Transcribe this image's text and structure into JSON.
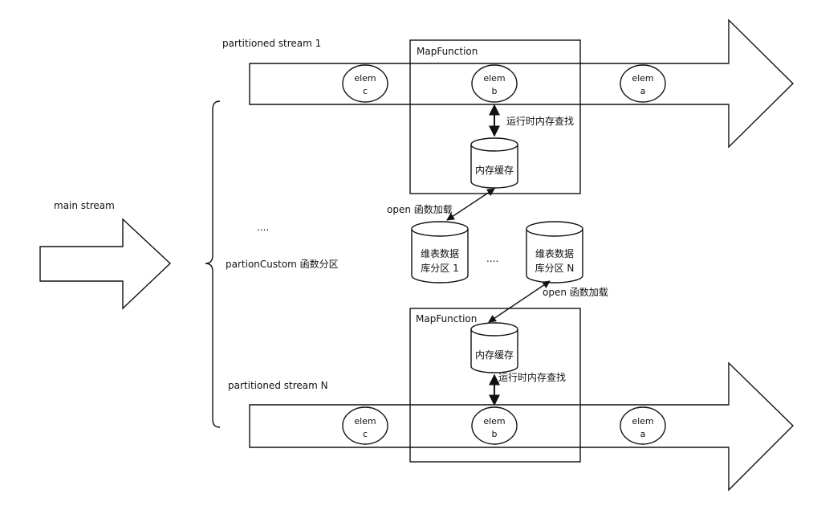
{
  "labels": {
    "main_stream": "main stream",
    "partition_func": "partionCustom 函数分区",
    "stream1": "partitioned stream 1",
    "streamN": "partitioned stream N",
    "ellipsis_left": "....",
    "ellipsis_mid": "....",
    "map_function": "MapFunction",
    "cache": "内存缓存",
    "runtime_lookup": "运行时内存查找",
    "open_load": "open 函数加载"
  },
  "elements": [
    {
      "name": "elem",
      "id": "c"
    },
    {
      "name": "elem",
      "id": "b"
    },
    {
      "name": "elem",
      "id": "a"
    }
  ],
  "partitions": [
    {
      "line1": "维表数据",
      "line2": "库分区 1"
    },
    {
      "line1": "维表数据",
      "line2": "库分区 N"
    }
  ]
}
